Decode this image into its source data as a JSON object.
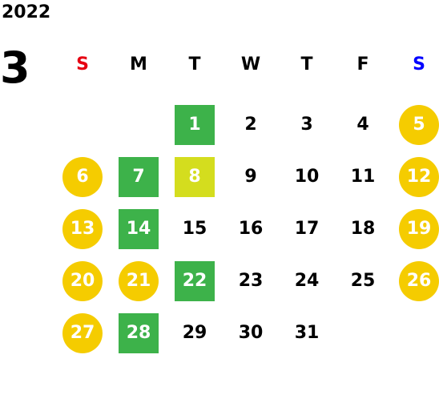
{
  "calendar": {
    "year": "2022",
    "month": "3",
    "weekdays": [
      {
        "label": "S",
        "color": "#e60012"
      },
      {
        "label": "M",
        "color": "#000000"
      },
      {
        "label": "T",
        "color": "#000000"
      },
      {
        "label": "W",
        "color": "#000000"
      },
      {
        "label": "T",
        "color": "#000000"
      },
      {
        "label": "F",
        "color": "#000000"
      },
      {
        "label": "S",
        "color": "#0000ff"
      }
    ],
    "first_weekday_index": 2,
    "days": [
      {
        "n": "1",
        "style": "green"
      },
      {
        "n": "2",
        "style": "plain"
      },
      {
        "n": "3",
        "style": "plain"
      },
      {
        "n": "4",
        "style": "plain"
      },
      {
        "n": "5",
        "style": "yellow"
      },
      {
        "n": "6",
        "style": "yellow"
      },
      {
        "n": "7",
        "style": "green"
      },
      {
        "n": "8",
        "style": "lime"
      },
      {
        "n": "9",
        "style": "plain"
      },
      {
        "n": "10",
        "style": "plain"
      },
      {
        "n": "11",
        "style": "plain"
      },
      {
        "n": "12",
        "style": "yellow"
      },
      {
        "n": "13",
        "style": "yellow"
      },
      {
        "n": "14",
        "style": "green"
      },
      {
        "n": "15",
        "style": "plain"
      },
      {
        "n": "16",
        "style": "plain"
      },
      {
        "n": "17",
        "style": "plain"
      },
      {
        "n": "18",
        "style": "plain"
      },
      {
        "n": "19",
        "style": "yellow"
      },
      {
        "n": "20",
        "style": "yellow"
      },
      {
        "n": "21",
        "style": "yellow"
      },
      {
        "n": "22",
        "style": "green"
      },
      {
        "n": "23",
        "style": "plain"
      },
      {
        "n": "24",
        "style": "plain"
      },
      {
        "n": "25",
        "style": "plain"
      },
      {
        "n": "26",
        "style": "yellow"
      },
      {
        "n": "27",
        "style": "yellow"
      },
      {
        "n": "28",
        "style": "green"
      },
      {
        "n": "29",
        "style": "plain"
      },
      {
        "n": "30",
        "style": "plain"
      },
      {
        "n": "31",
        "style": "plain"
      }
    ]
  },
  "colors": {
    "yellow": "#f5cc00",
    "green": "#3db24a",
    "lime": "#d4dd1e"
  }
}
